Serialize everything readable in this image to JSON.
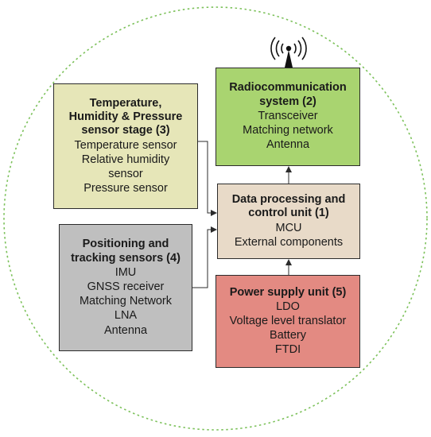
{
  "blocks": {
    "temperature": {
      "title_lines": [
        "Temperature,",
        "Humidity & Pressure",
        "sensor stage (3)"
      ],
      "items": [
        "Temperature sensor",
        "Relative humidity",
        "sensor",
        "Pressure sensor"
      ],
      "color": "#e6e6b8"
    },
    "positioning": {
      "title_lines": [
        "Positioning and",
        "tracking sensors (4)"
      ],
      "items": [
        "IMU",
        "GNSS receiver",
        "Matching Network",
        "LNA",
        "Antenna"
      ],
      "color": "#bfbfbf"
    },
    "radio": {
      "title_lines": [
        "Radiocommunication",
        "system (2)"
      ],
      "items": [
        "Transceiver",
        "Matching network",
        "Antenna"
      ],
      "color": "#a9d470"
    },
    "dataproc": {
      "title_lines": [
        "Data processing and",
        "control unit (1)"
      ],
      "items": [
        "MCU",
        "External components"
      ],
      "color": "#e8dac8"
    },
    "power": {
      "title_lines": [
        "Power supply unit (5)"
      ],
      "items": [
        "LDO",
        "Voltage level translator",
        "Battery",
        "FTDI"
      ],
      "color": "#e38a82"
    }
  },
  "colors": {
    "boundary_circle": "#7cc15a",
    "arrows": "#2b2b2b"
  },
  "icons": {
    "antenna": "antenna-signal-icon"
  }
}
